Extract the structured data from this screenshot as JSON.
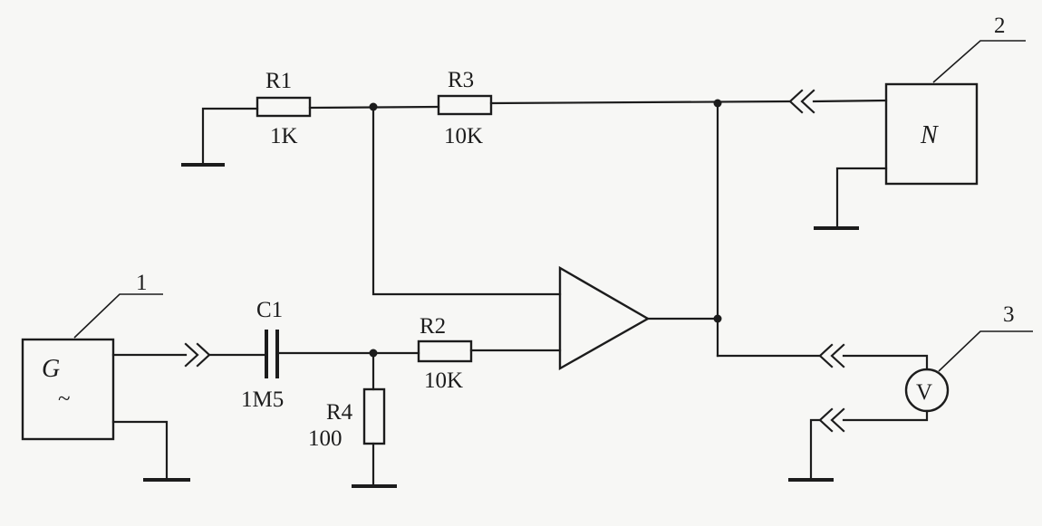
{
  "components": {
    "r1": {
      "ref": "R1",
      "value": "1K"
    },
    "r2": {
      "ref": "R2",
      "value": "10K"
    },
    "r3": {
      "ref": "R3",
      "value": "10K"
    },
    "r4": {
      "ref": "R4",
      "value": "100"
    },
    "c1": {
      "ref": "C1",
      "value": "1M5"
    }
  },
  "blocks": {
    "generator": {
      "symbol": "G",
      "tilde": "~",
      "callout": "1"
    },
    "n_block": {
      "symbol": "N",
      "callout": "2"
    },
    "voltmeter": {
      "symbol": "V",
      "callout": "3"
    }
  }
}
